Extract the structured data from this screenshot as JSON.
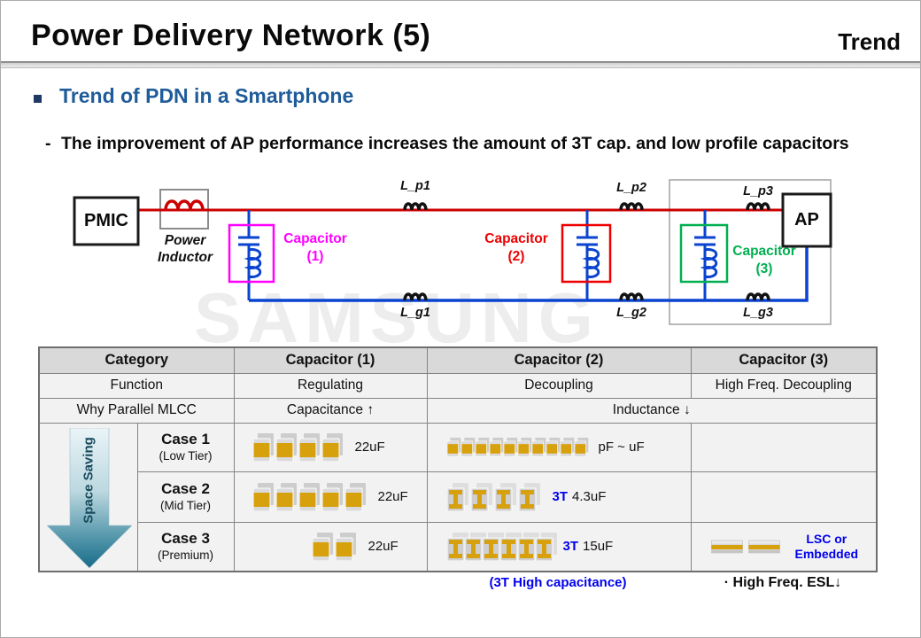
{
  "header": {
    "title": "Power Delivery Network (5)",
    "corner": "Trend"
  },
  "heading": "Trend of PDN in a Smartphone",
  "subbullet": {
    "dash": "-",
    "text": "The improvement of AP performance increases the amount of 3T cap. and low profile capacitors"
  },
  "watermark": "SAMSUNG",
  "circuit": {
    "pmic": "PMIC",
    "ap": "AP",
    "power_inductor_1": "Power",
    "power_inductor_2": "Inductor",
    "cap1_1": "Capacitor",
    "cap1_2": "(1)",
    "cap2_1": "Capacitor",
    "cap2_2": "(2)",
    "cap3_1": "Capacitor",
    "cap3_2": "(3)",
    "l_p1": "L_p1",
    "l_p2": "L_p2",
    "l_p3": "L_p3",
    "l_g1": "L_g1",
    "l_g2": "L_g2",
    "l_g3": "L_g3"
  },
  "colors": {
    "heading_blue": "#1f5c99",
    "wire_red": "#cc0000",
    "wire_blue": "#0a43cf",
    "magenta": "#ff00ff",
    "cap2_red": "#ee0000",
    "cap3_green": "#00b050",
    "capacitance_red": "#c00000",
    "inductance_green": "#00a03c",
    "accent_blue": "#0000ee",
    "chip_gold": "#d7a00d"
  },
  "table": {
    "headers": [
      "Category",
      "Capacitor (1)",
      "Capacitor (2)",
      "Capacitor (3)"
    ],
    "function_row": {
      "label": "Function",
      "c1": "Regulating",
      "c2": "Decoupling",
      "c3": "High Freq. Decoupling"
    },
    "why_row": {
      "label": "Why Parallel MLCC",
      "c1": "Capacitance ↑",
      "c23": "Inductance ↓"
    },
    "arrow_label": "Space Saving",
    "cases": [
      {
        "name": "Case 1",
        "tier": "(Low Tier)",
        "cap1": {
          "type": "mlcc",
          "count": 4,
          "accent": "",
          "label": "22uF",
          "indent": 21
        },
        "cap2": {
          "type": "mlcc-small",
          "count": 10,
          "accent": "",
          "label": "pF ~ uF",
          "indent": 22
        },
        "cap3": {
          "type": "none",
          "count": 0,
          "accent": "",
          "label": "",
          "indent": 0
        }
      },
      {
        "name": "Case 2",
        "tier": "(Mid Tier)",
        "cap1": {
          "type": "mlcc",
          "count": 5,
          "accent": "",
          "label": "22uF",
          "indent": 21
        },
        "cap2": {
          "type": "t3",
          "count": 4,
          "accent": "3T",
          "label": "4.3uF",
          "indent": 22
        },
        "cap3": {
          "type": "none",
          "count": 0,
          "accent": "",
          "label": "",
          "indent": 0
        }
      },
      {
        "name": "Case 3",
        "tier": "(Premium)",
        "cap1": {
          "type": "mlcc",
          "count": 2,
          "accent": "",
          "label": "22uF",
          "indent": 88
        },
        "cap2": {
          "type": "t3",
          "count": 6,
          "accent": "3T",
          "label": "15uF",
          "indent": 22
        },
        "cap3": {
          "type": "lsc",
          "count": 2,
          "accent": "",
          "label": "",
          "label_lines": [
            "LSC or",
            "Embedded"
          ],
          "indent": 22
        }
      }
    ]
  },
  "footnotes": {
    "cap2": "(3T High capacitance)",
    "cap3": "· High Freq. ESL↓"
  }
}
